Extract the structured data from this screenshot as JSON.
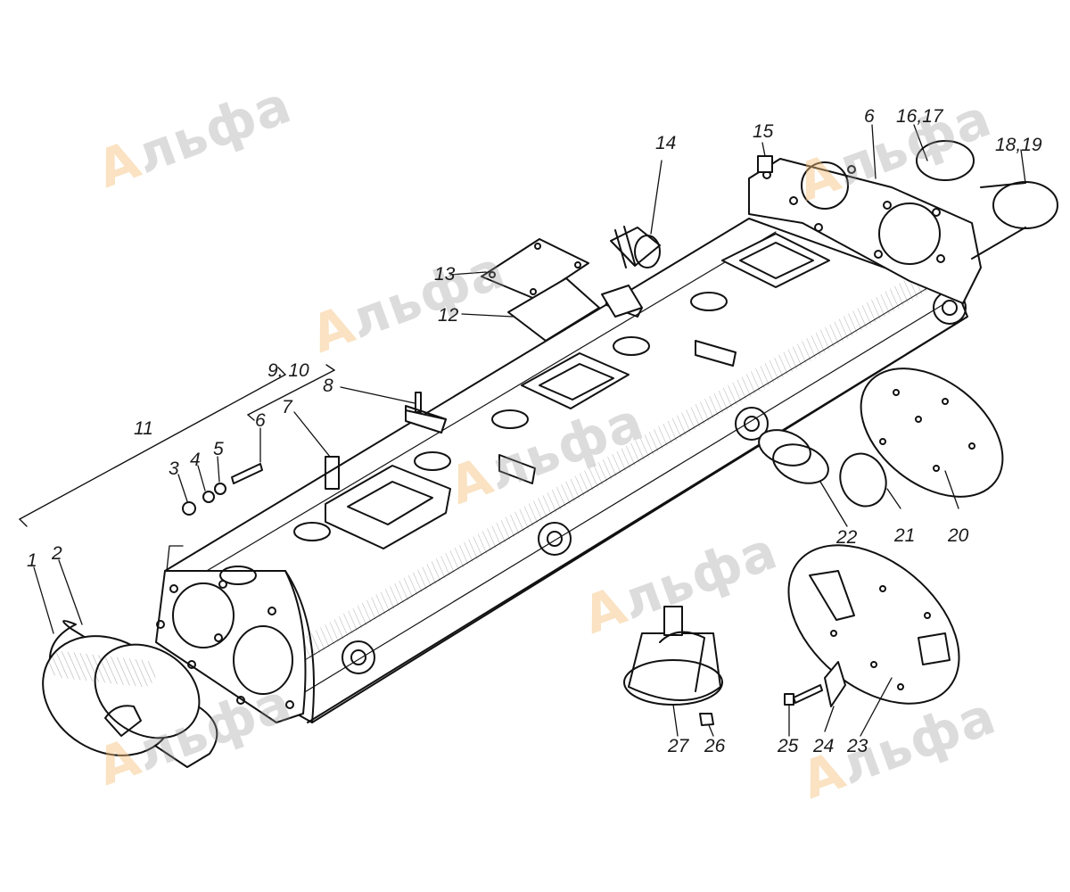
{
  "watermark": {
    "text": "Альфа",
    "first": "А",
    "rest": "льфа"
  },
  "callouts": [
    {
      "id": "1",
      "text": "1"
    },
    {
      "id": "2",
      "text": "2"
    },
    {
      "id": "3",
      "text": "3"
    },
    {
      "id": "4",
      "text": "4"
    },
    {
      "id": "5",
      "text": "5"
    },
    {
      "id": "6a",
      "text": "6"
    },
    {
      "id": "6b",
      "text": "6"
    },
    {
      "id": "7",
      "text": "7"
    },
    {
      "id": "8",
      "text": "8"
    },
    {
      "id": "9-10",
      "text": "9, 10"
    },
    {
      "id": "11",
      "text": "11"
    },
    {
      "id": "12",
      "text": "12"
    },
    {
      "id": "13",
      "text": "13"
    },
    {
      "id": "14",
      "text": "14"
    },
    {
      "id": "15",
      "text": "15"
    },
    {
      "id": "16-17",
      "text": "16,17"
    },
    {
      "id": "18-19",
      "text": "18,19"
    },
    {
      "id": "20",
      "text": "20"
    },
    {
      "id": "21",
      "text": "21"
    },
    {
      "id": "22",
      "text": "22"
    },
    {
      "id": "23",
      "text": "23"
    },
    {
      "id": "24",
      "text": "24"
    },
    {
      "id": "25",
      "text": "25"
    },
    {
      "id": "26",
      "text": "26"
    },
    {
      "id": "27",
      "text": "27"
    }
  ]
}
